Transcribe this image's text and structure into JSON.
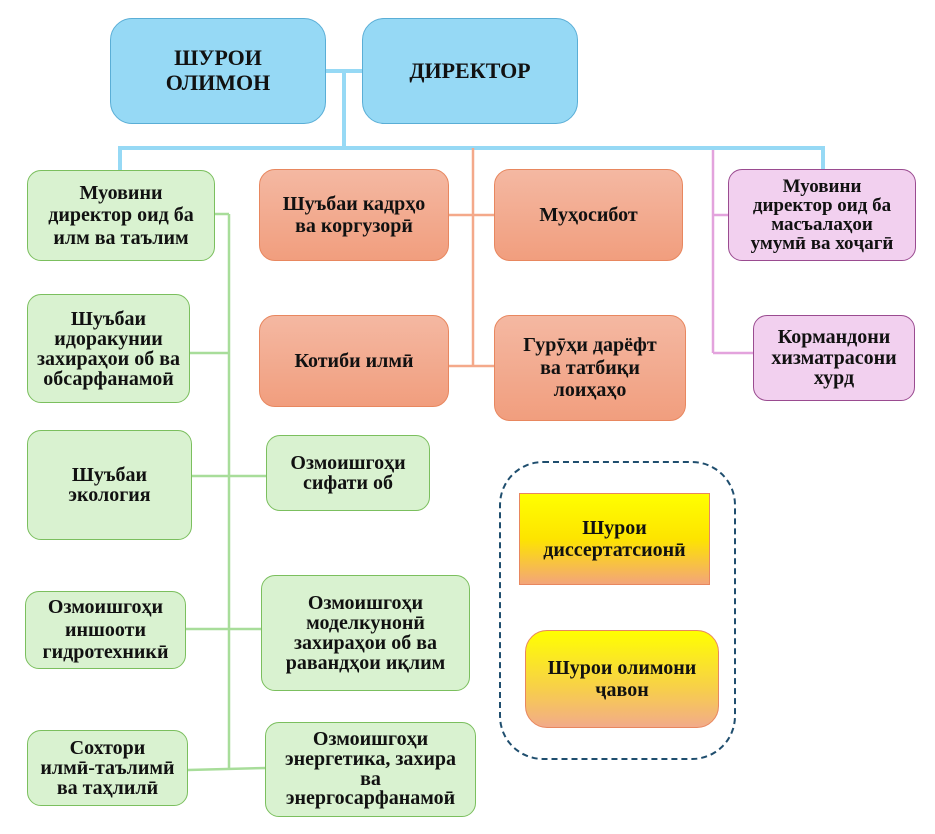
{
  "colors": {
    "top_level": "#96d9f5",
    "scientific_branch": "#d9f2d0",
    "admin_branch": "#f19e7e",
    "deputy_general_branch": "#f2d0ef",
    "councils_gradient_top": "#ffff00",
    "dashed_group_border": "#1f4e6e"
  },
  "top": {
    "scientific_council": [
      "ШУРОИ",
      "ОЛИМОН"
    ],
    "director": [
      "ДИРЕКТОР"
    ]
  },
  "left_column": [
    {
      "lines": [
        "Муовини",
        "директор оид ба",
        "илм ва таълим"
      ]
    },
    {
      "lines": [
        "Шуъбаи",
        "идоракунии",
        "захираҳои об ва",
        "обсарфанамоӣ"
      ]
    },
    {
      "lines": [
        "Шуъбаи",
        "экология"
      ]
    },
    {
      "lines": [
        "Озмоишгоҳи",
        "иншооти",
        "гидротехникӣ"
      ]
    },
    {
      "lines": [
        "Сохтори",
        "илмӣ-таълимӣ",
        "ва таҳлилӣ"
      ]
    }
  ],
  "labs_column": [
    {
      "lines": [
        "Озмоишгоҳи",
        "сифати об"
      ]
    },
    {
      "lines": [
        "Озмоишгоҳи",
        "моделкунонӣ",
        "захираҳои об ва",
        "равандҳои иқлим"
      ]
    },
    {
      "lines": [
        "Озмоишгоҳи",
        "энергетика, захира",
        "ва",
        "энергосарфанамоӣ"
      ]
    }
  ],
  "admin": [
    {
      "lines": [
        "Шуъбаи кадрҳо",
        "ва коргузорӣ"
      ]
    },
    {
      "lines": [
        "Муҳосибот"
      ]
    },
    {
      "lines": [
        "Котиби илмӣ"
      ]
    },
    {
      "lines": [
        "Гурӯҳи дарёфт",
        "ва татбиқи",
        "лоиҳаҳо"
      ]
    }
  ],
  "deputy_general": [
    {
      "lines": [
        "Муовини",
        "директор оид ба",
        "масъалаҳои",
        "умумӣ ва хоҷагӣ"
      ]
    },
    {
      "lines": [
        "Кормандони",
        "хизматрасони",
        "хурд"
      ]
    }
  ],
  "councils": [
    {
      "lines": [
        "Шурои",
        "диссертатсионӣ"
      ]
    },
    {
      "lines": [
        "Шурои олимони",
        "ҷавон"
      ]
    }
  ]
}
